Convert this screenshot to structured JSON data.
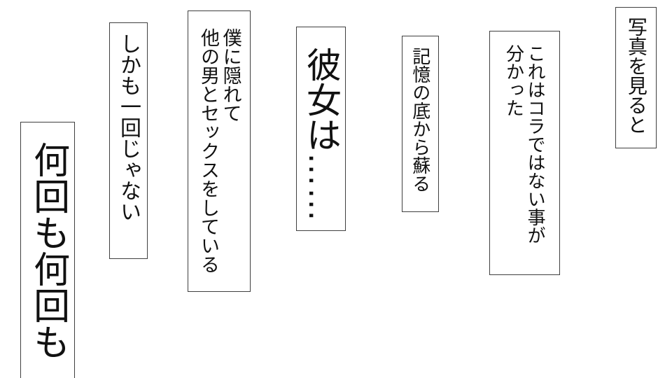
{
  "page": {
    "background_color": "#ffffff",
    "box_border_color": "#3f3f3f",
    "text_color": "#111111",
    "writing_direction": "vertical-rl",
    "reading_order": "right-to-left"
  },
  "caption_boxes": [
    {
      "id": "photo",
      "text": "写真を見ると"
    },
    {
      "id": "kora",
      "text": "これはコラではない事が\n分かった"
    },
    {
      "id": "memory",
      "text": "記憶の底から蘇る"
    },
    {
      "id": "kanojo",
      "text": "彼女は……"
    },
    {
      "id": "boku",
      "text": "僕に隠れて\n他の男とセックスをしている"
    },
    {
      "id": "shikamo",
      "text": "しかも一回じゃない"
    },
    {
      "id": "nankai",
      "text": "何回も何回も"
    }
  ]
}
